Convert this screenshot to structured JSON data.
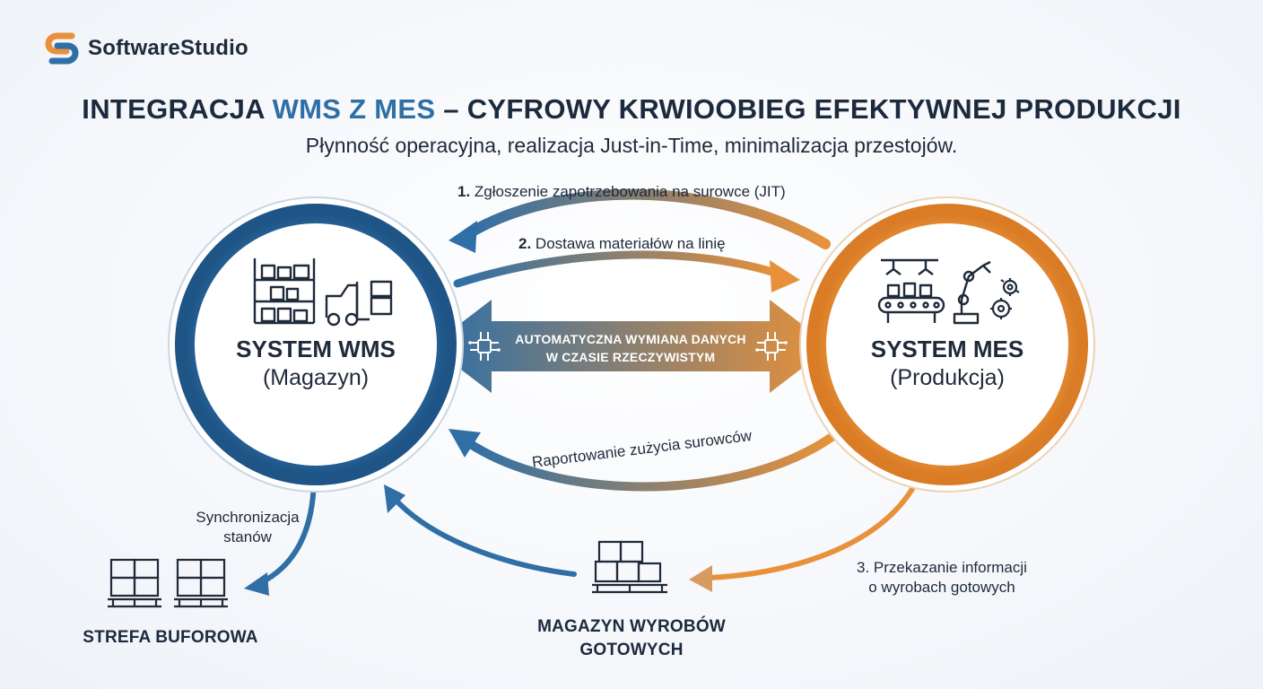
{
  "brand": {
    "name": "SoftwareStudio"
  },
  "header": {
    "title_part1": "INTEGRACJA ",
    "title_highlight": "WMS Z MES",
    "title_part2": " – CYFROWY KRWIOOBIEG EFEKTYWNEJ PRODUKCJI",
    "subtitle": "Płynność operacyjna, realizacja Just-in-Time, minimalizacja przestojów."
  },
  "wms": {
    "title": "SYSTEM WMS",
    "subtitle": "(Magazyn)",
    "color": "#2f6fa6"
  },
  "mes": {
    "title": "SYSTEM MES",
    "subtitle": "(Produkcja)",
    "color": "#e8913a"
  },
  "flows": {
    "step1_num": "1.",
    "step1_text": " Zgłoszenie zapotrzebowania na surowce (JIT)",
    "step2_num": "2.",
    "step2_text": " Dostawa materiałów na linię",
    "report": "Raportowanie zużycia surowców",
    "exchange_line1": "AUTOMATYCZNA WYMIANA DANYCH",
    "exchange_line2": "W CZASIE RZECZYWISTYM",
    "step3_line1": "3. Przekazanie informacji",
    "step3_line2": "o wyrobach gotowych",
    "sync_line1": "Synchronizacja",
    "sync_line2": "stanów"
  },
  "zones": {
    "buffer": "STREFA BUFOROWA",
    "finished_line1": "MAGAZYN WYROBÓW",
    "finished_line2": "GOTOWYCH"
  },
  "icons": [
    "logo-icon",
    "warehouse-rack-icon",
    "forklift-icon",
    "conveyor-icon",
    "robot-arm-icon",
    "gears-icon",
    "circuit-chip-icon",
    "pallet-boxes-icon"
  ]
}
